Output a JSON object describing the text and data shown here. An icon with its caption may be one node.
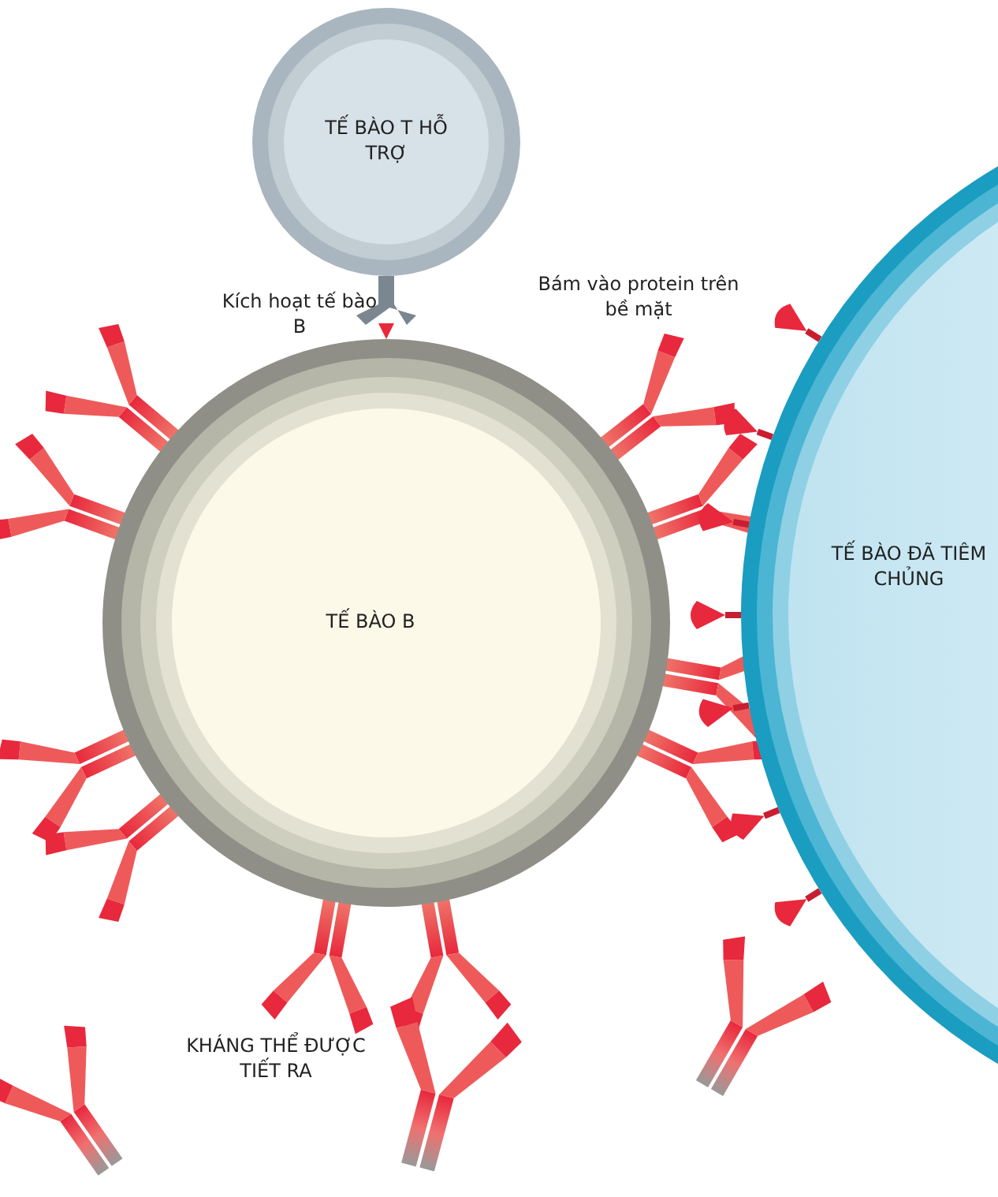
{
  "diagram": {
    "nodes": [
      {
        "text": [
          "TẾ BÀO T HỖ TRỢ"
        ]
      },
      {
        "text": [
          "TẾ BÀO B"
        ]
      },
      {
        "text": [
          "TẾ BÀO ĐÃ TIÊM CHỦNG"
        ]
      }
    ],
    "labels": [
      "Kích hoạt tế bào B",
      "Bám vào protein trên bề mặt",
      "KHÁNG THỂ ĐƯỢC TIẾT RA"
    ]
  }
}
